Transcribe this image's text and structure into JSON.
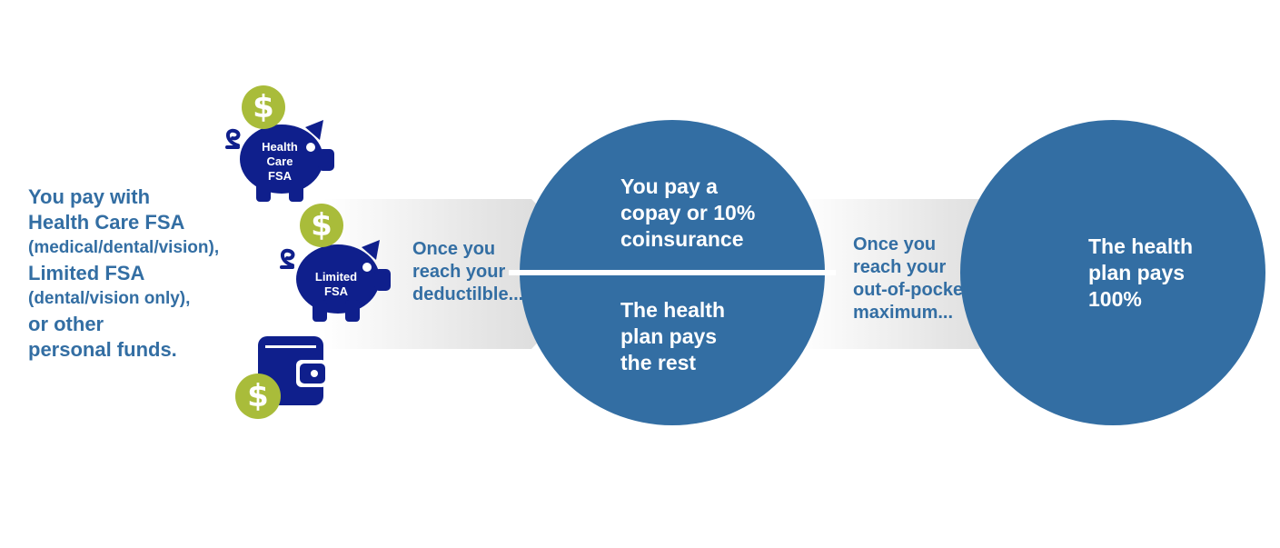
{
  "intro": {
    "lines": [
      "You pay with",
      "Health Care FSA",
      "(medical/dental/vision),",
      "Limited FSA",
      "(dental/vision only),",
      "or other",
      "personal funds."
    ]
  },
  "icons": {
    "health_care_fsa": [
      "Health",
      "Care",
      "FSA"
    ],
    "limited_fsa": [
      "Limited",
      "FSA"
    ],
    "dollar_symbol": "$"
  },
  "arrow1": {
    "lines": [
      "Once you",
      "reach your",
      "deductilble..."
    ]
  },
  "circle1": {
    "top_lines": [
      "You pay a",
      "copay or 10%",
      "coinsurance"
    ],
    "bottom_lines": [
      "The health",
      "plan pays",
      "the rest"
    ]
  },
  "arrow2": {
    "lines": [
      "Once you",
      "reach your",
      "out-of-pocket",
      "maximum..."
    ]
  },
  "circle2": {
    "lines": [
      "The health",
      "plan pays",
      "100%"
    ]
  },
  "colors": {
    "navy": "#0f1f8c",
    "blue": "#336ea3",
    "green": "#a9bc3a",
    "arrow_gray": "#d8d8d8"
  }
}
